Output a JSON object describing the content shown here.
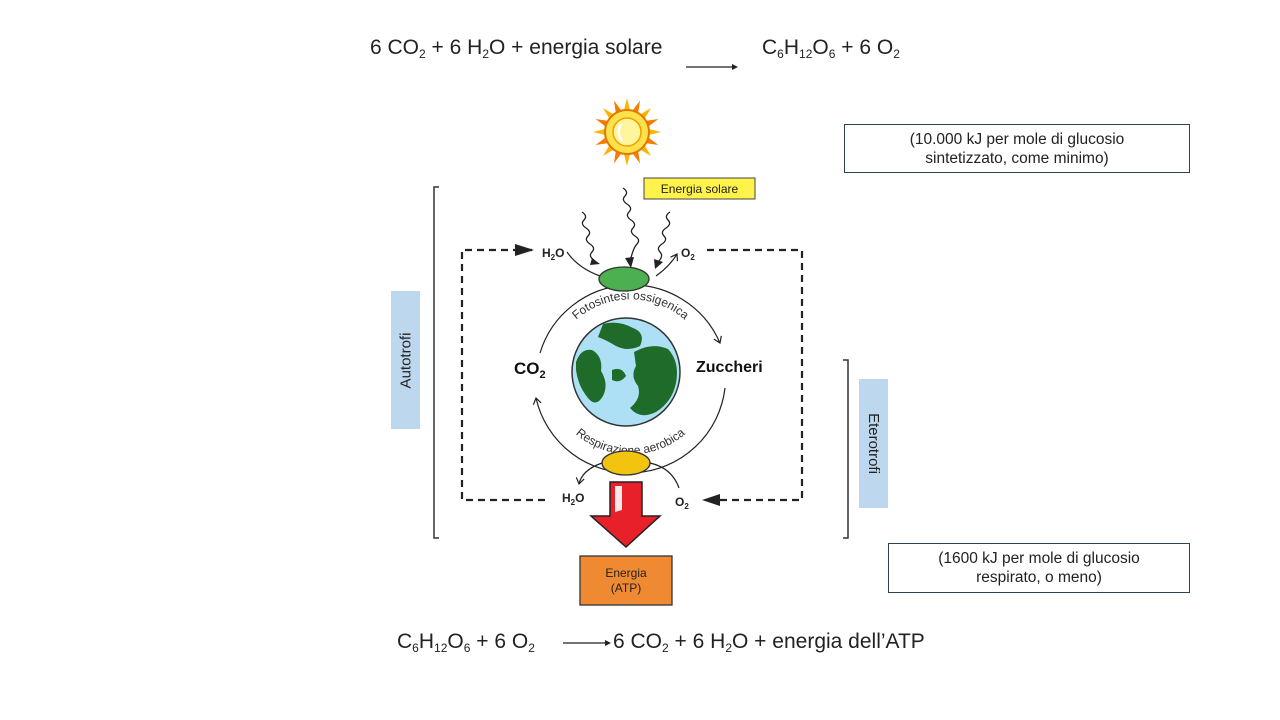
{
  "equations": {
    "photosynthesis": {
      "reactants": [
        "6 CO",
        "2",
        " + 6 H",
        "2",
        "O + energia solare"
      ],
      "products": [
        "C",
        "6",
        "H",
        "12",
        "O",
        "6",
        " + 6 O",
        "2"
      ]
    },
    "respiration": {
      "reactants": [
        "C",
        "6",
        "H",
        "12",
        "O",
        "6",
        " + 6 O",
        "2"
      ],
      "products": [
        "6 CO",
        "2",
        " + 6 H",
        "2",
        "O + energia dell’ATP"
      ]
    }
  },
  "notes": {
    "photosynthesis_energy": "(10.000 kJ  per mole di glucosio sintetizzato, come minimo)",
    "respiration_energy": "(1600 kJ  per mole di glucosio respirato, o meno)"
  },
  "side_labels": {
    "autotrophs": "Autotrofi",
    "heterotrophs": "Eterotrofi"
  },
  "diagram": {
    "solar_energy_label": "Energia solare",
    "h2o_top": [
      "H",
      "2",
      "O"
    ],
    "o2_top": [
      "O",
      "2"
    ],
    "co2": [
      "CO",
      "2"
    ],
    "sugars": "Zuccheri",
    "photosynthesis_arc": "Fotosintesi ossigenica",
    "respiration_arc": "Respirazione aerobica",
    "h2o_bottom": [
      "H",
      "2",
      "O"
    ],
    "o2_bottom": [
      "O",
      "2"
    ],
    "energy_box": [
      "Energia",
      "(ATP)"
    ],
    "colors": {
      "photosynthesis_node": "#4caf50",
      "respiration_node": "#f2c40f",
      "energy_arrow": "#e8202a",
      "energy_box": "#f08a32",
      "solar_label_bg": "#fff24a",
      "sun": "#f9a825",
      "ocean": "#aee0f5",
      "land": "#1e6b2a",
      "side_label_bg": "#bdd7ee"
    },
    "icons": [
      "sun-icon",
      "earth-icon"
    ]
  }
}
